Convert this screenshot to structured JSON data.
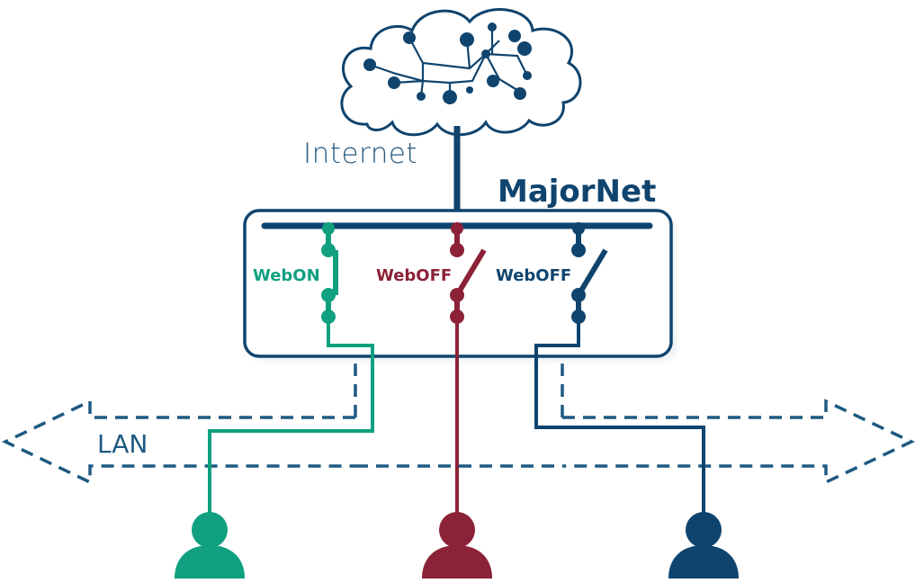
{
  "labels": {
    "internet": "Internet",
    "majornet": "MajorNet",
    "lan": "LAN"
  },
  "switches": [
    {
      "label": "WebON",
      "state": "on",
      "color": "#10a080"
    },
    {
      "label": "WebOFF",
      "state": "off",
      "color": "#8c2238"
    },
    {
      "label": "WebOFF",
      "state": "off",
      "color": "#0f446e"
    }
  ],
  "colors": {
    "primary": "#0f446e",
    "green": "#10a080",
    "red": "#8c2238",
    "lan_arrow": "#1e5a82"
  },
  "icons": [
    "cloud-icon",
    "user-icon"
  ]
}
